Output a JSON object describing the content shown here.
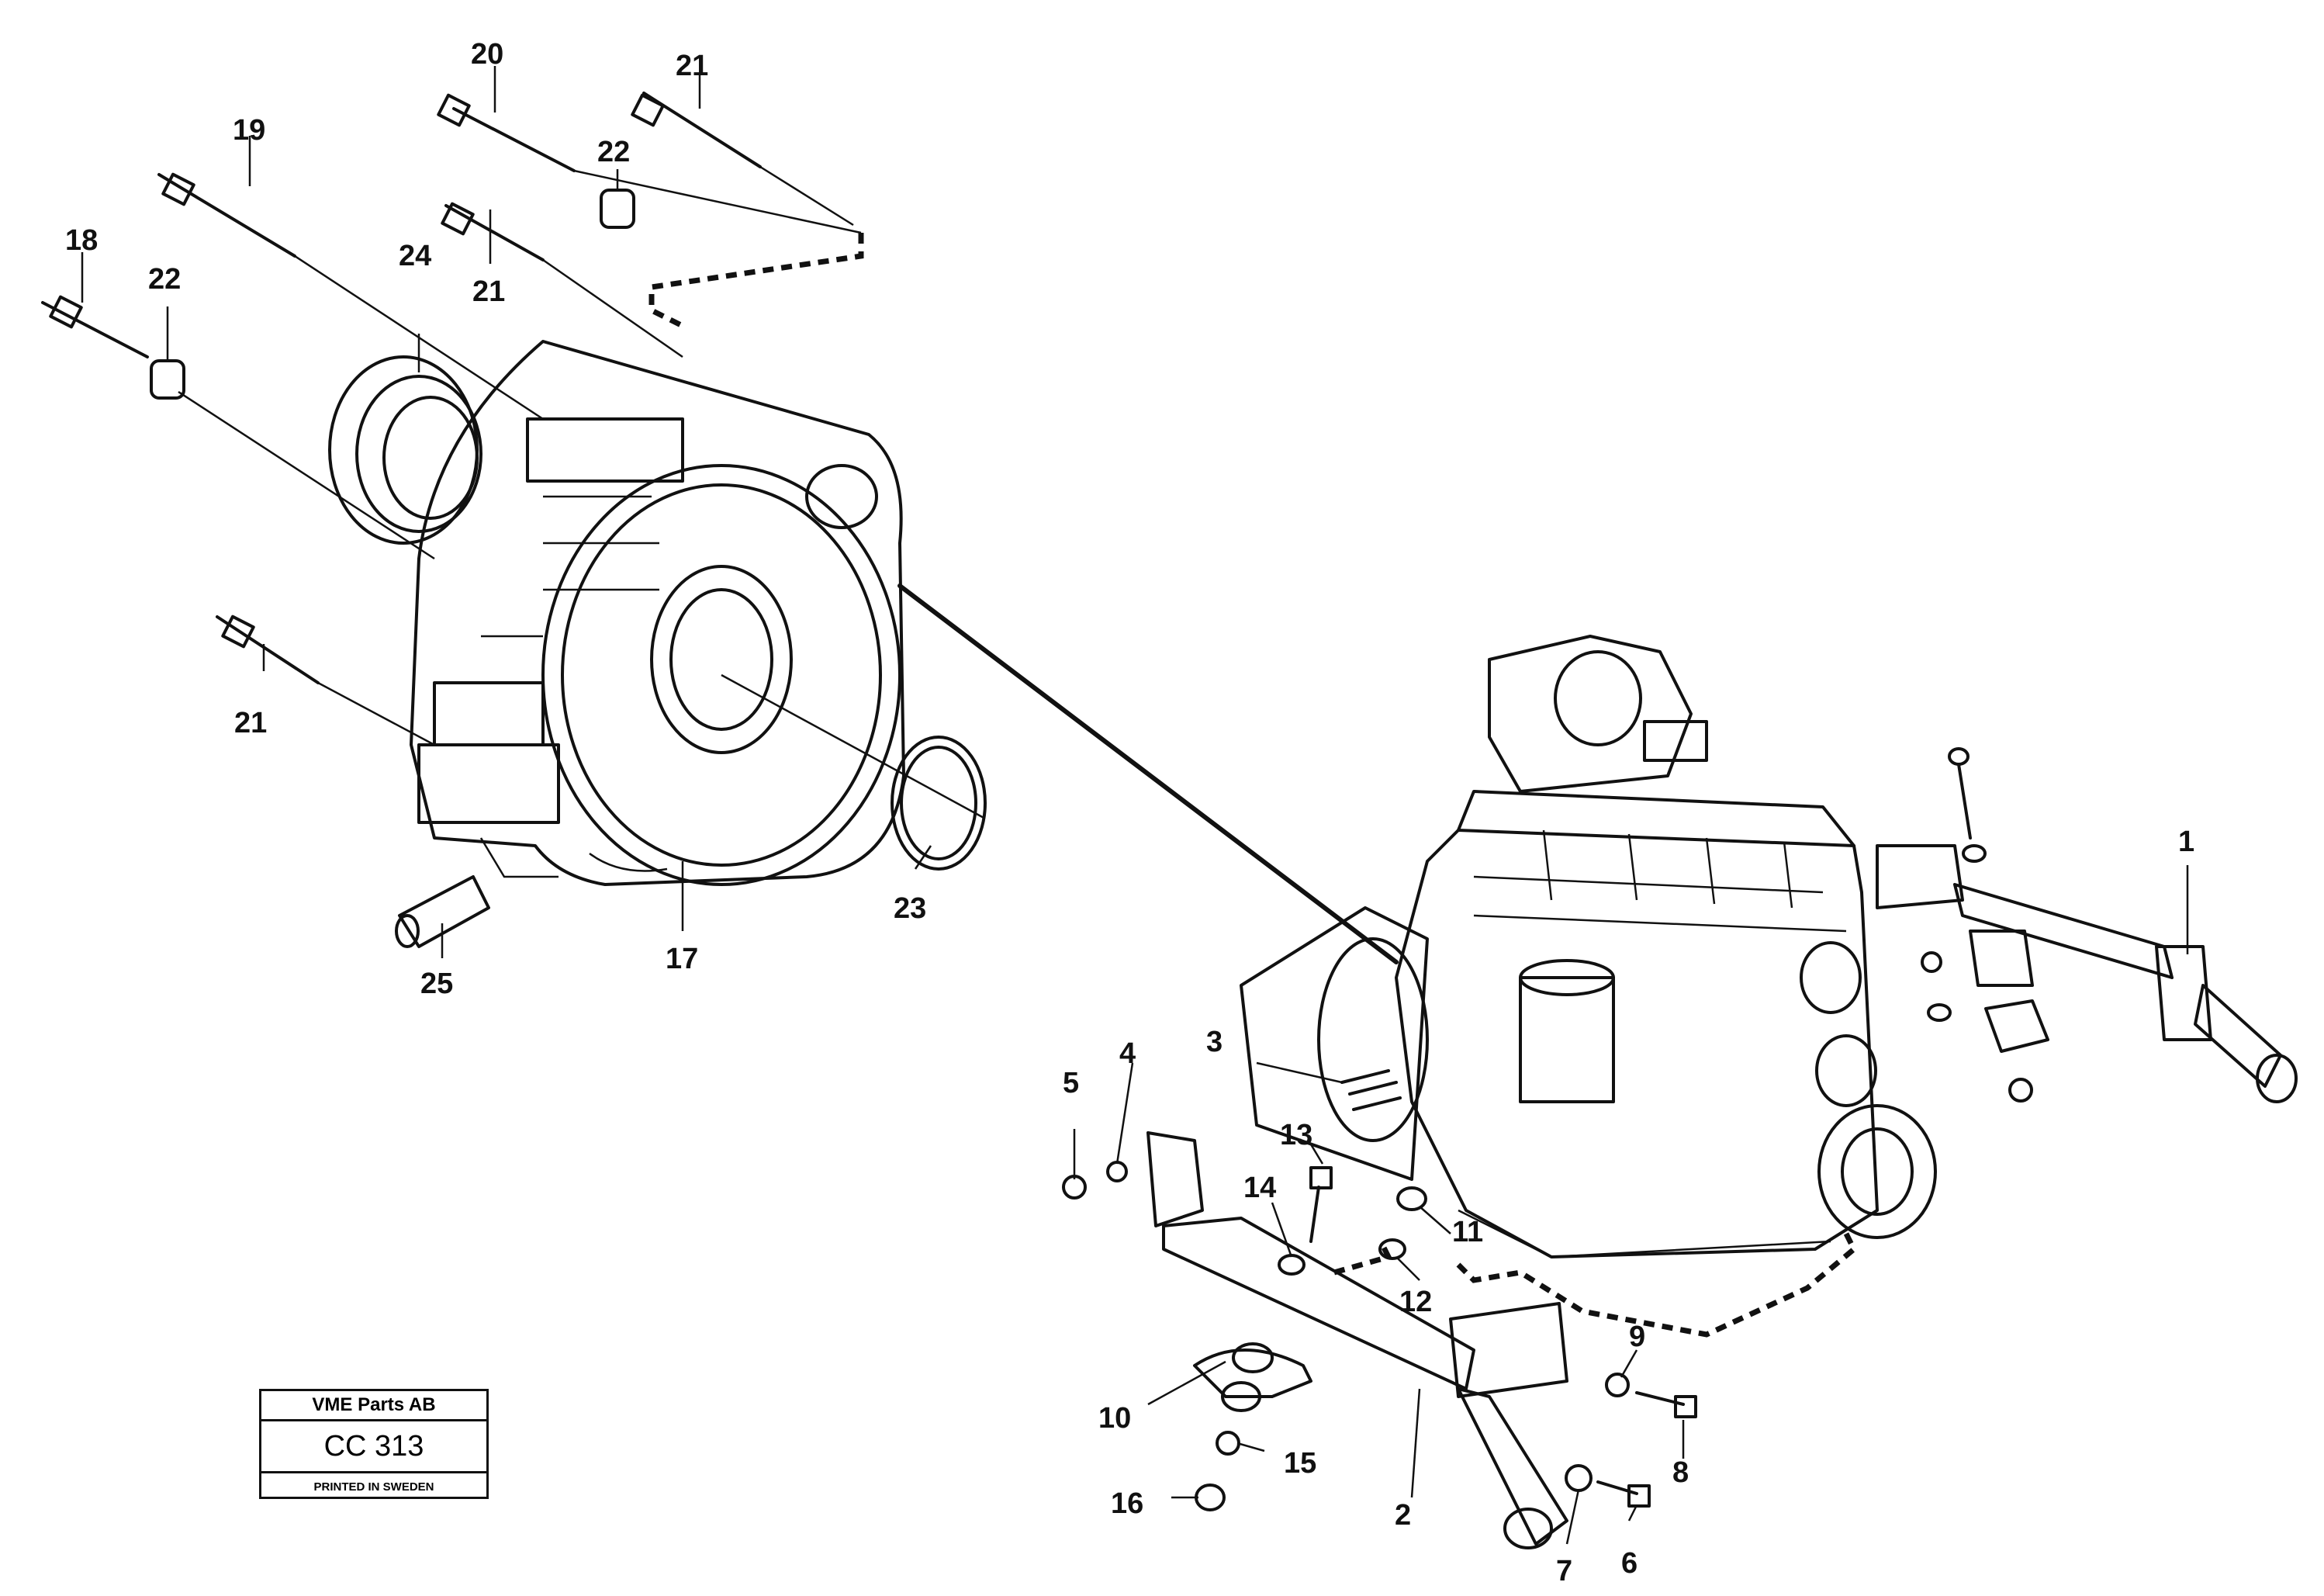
{
  "callouts": {
    "c1": "1",
    "c2": "2",
    "c3": "3",
    "c4": "4",
    "c5": "5",
    "c6": "6",
    "c7": "7",
    "c8": "8",
    "c9": "9",
    "c10": "10",
    "c11": "11",
    "c12": "12",
    "c13": "13",
    "c14": "14",
    "c15": "15",
    "c16": "16",
    "c17": "17",
    "c18": "18",
    "c19": "19",
    "c20": "20",
    "c21a": "21",
    "c21b": "21",
    "c21c": "21",
    "c22a": "22",
    "c22b": "22",
    "c23": "23",
    "c24": "24",
    "c25": "25"
  },
  "title_block": {
    "company": "VME Parts AB",
    "code": "CC 313",
    "printed": "PRINTED IN SWEDEN"
  }
}
